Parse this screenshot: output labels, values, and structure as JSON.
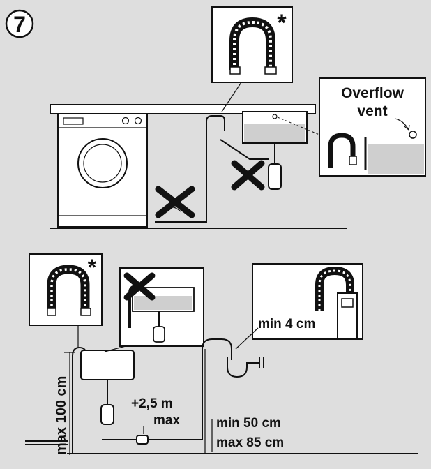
{
  "step_number": "7",
  "labels": {
    "asterisk_top": "*",
    "asterisk_bottom": "*",
    "overflow_vent_line1": "Overflow",
    "overflow_vent_line2": "vent",
    "min_4cm": "min 4 cm",
    "max_100cm": "max 100 cm",
    "extension": "+2,5 m",
    "extension_max": "max",
    "min_50cm": "min 50 cm",
    "max_85cm": "max 85 cm"
  },
  "colors": {
    "background": "#dedede",
    "line": "#111111",
    "panel": "#ffffff",
    "water": "#cfcfcf"
  }
}
